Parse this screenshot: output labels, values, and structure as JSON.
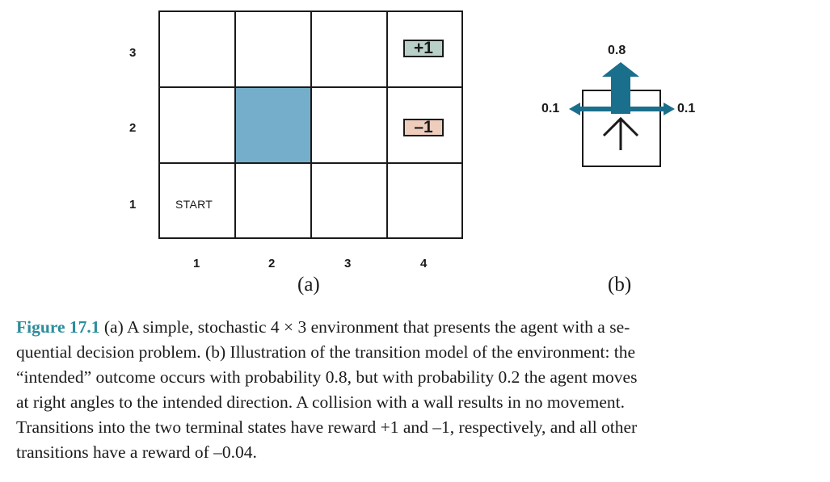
{
  "panel_a": {
    "row_labels": [
      "3",
      "2",
      "1"
    ],
    "col_labels": [
      "1",
      "2",
      "3",
      "4"
    ],
    "cells": {
      "terminal_positive": "+1",
      "terminal_negative": "–1",
      "start": "START"
    },
    "colors": {
      "wall": "#74aecb",
      "terminal_positive_fill": "#b9d0c9",
      "terminal_negative_fill": "#efcdbd"
    },
    "sublabel": "(a)"
  },
  "panel_b": {
    "prob_forward": "0.8",
    "prob_left": "0.1",
    "prob_right": "0.1",
    "arrow_color": "#1a6f8c",
    "sublabel": "(b)"
  },
  "caption": {
    "label": "Figure 17.1",
    "lines": [
      " (a) A simple, stochastic 4 × 3 environment that presents the agent with a se-",
      "quential decision problem.  (b) Illustration of the transition model of the environment: the",
      "“intended” outcome occurs with probability 0.8, but with probability 0.2 the agent moves",
      "at right angles to the intended direction.  A collision with a wall results in no movement.",
      "Transitions into the two terminal states have reward +1 and –1, respectively, and all other",
      "transitions have a reward of –0.04."
    ]
  }
}
